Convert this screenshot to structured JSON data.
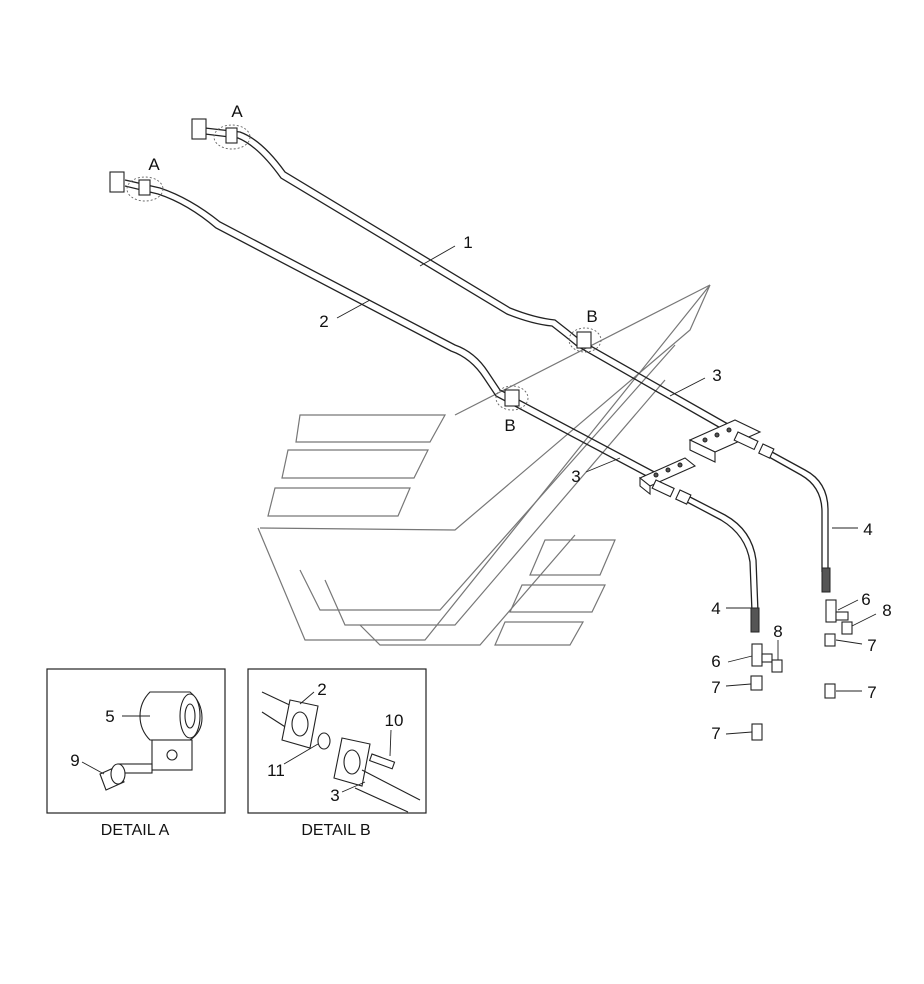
{
  "callouts": {
    "c1": "1",
    "c2": "2",
    "c3a": "3",
    "c3b": "3",
    "c4a": "4",
    "c4b": "4",
    "c6a": "6",
    "c6b": "6",
    "c7a": "7",
    "c7b": "7",
    "c7c": "7",
    "c7d": "7",
    "c8a": "8",
    "c8b": "8",
    "ca1": "A",
    "ca2": "A",
    "cb1": "B",
    "cb2": "B"
  },
  "detail_a": {
    "caption": "DETAIL A",
    "c5": "5",
    "c9": "9"
  },
  "detail_b": {
    "caption": "DETAIL B",
    "c2": "2",
    "c3": "3",
    "c10": "10",
    "c11": "11"
  }
}
